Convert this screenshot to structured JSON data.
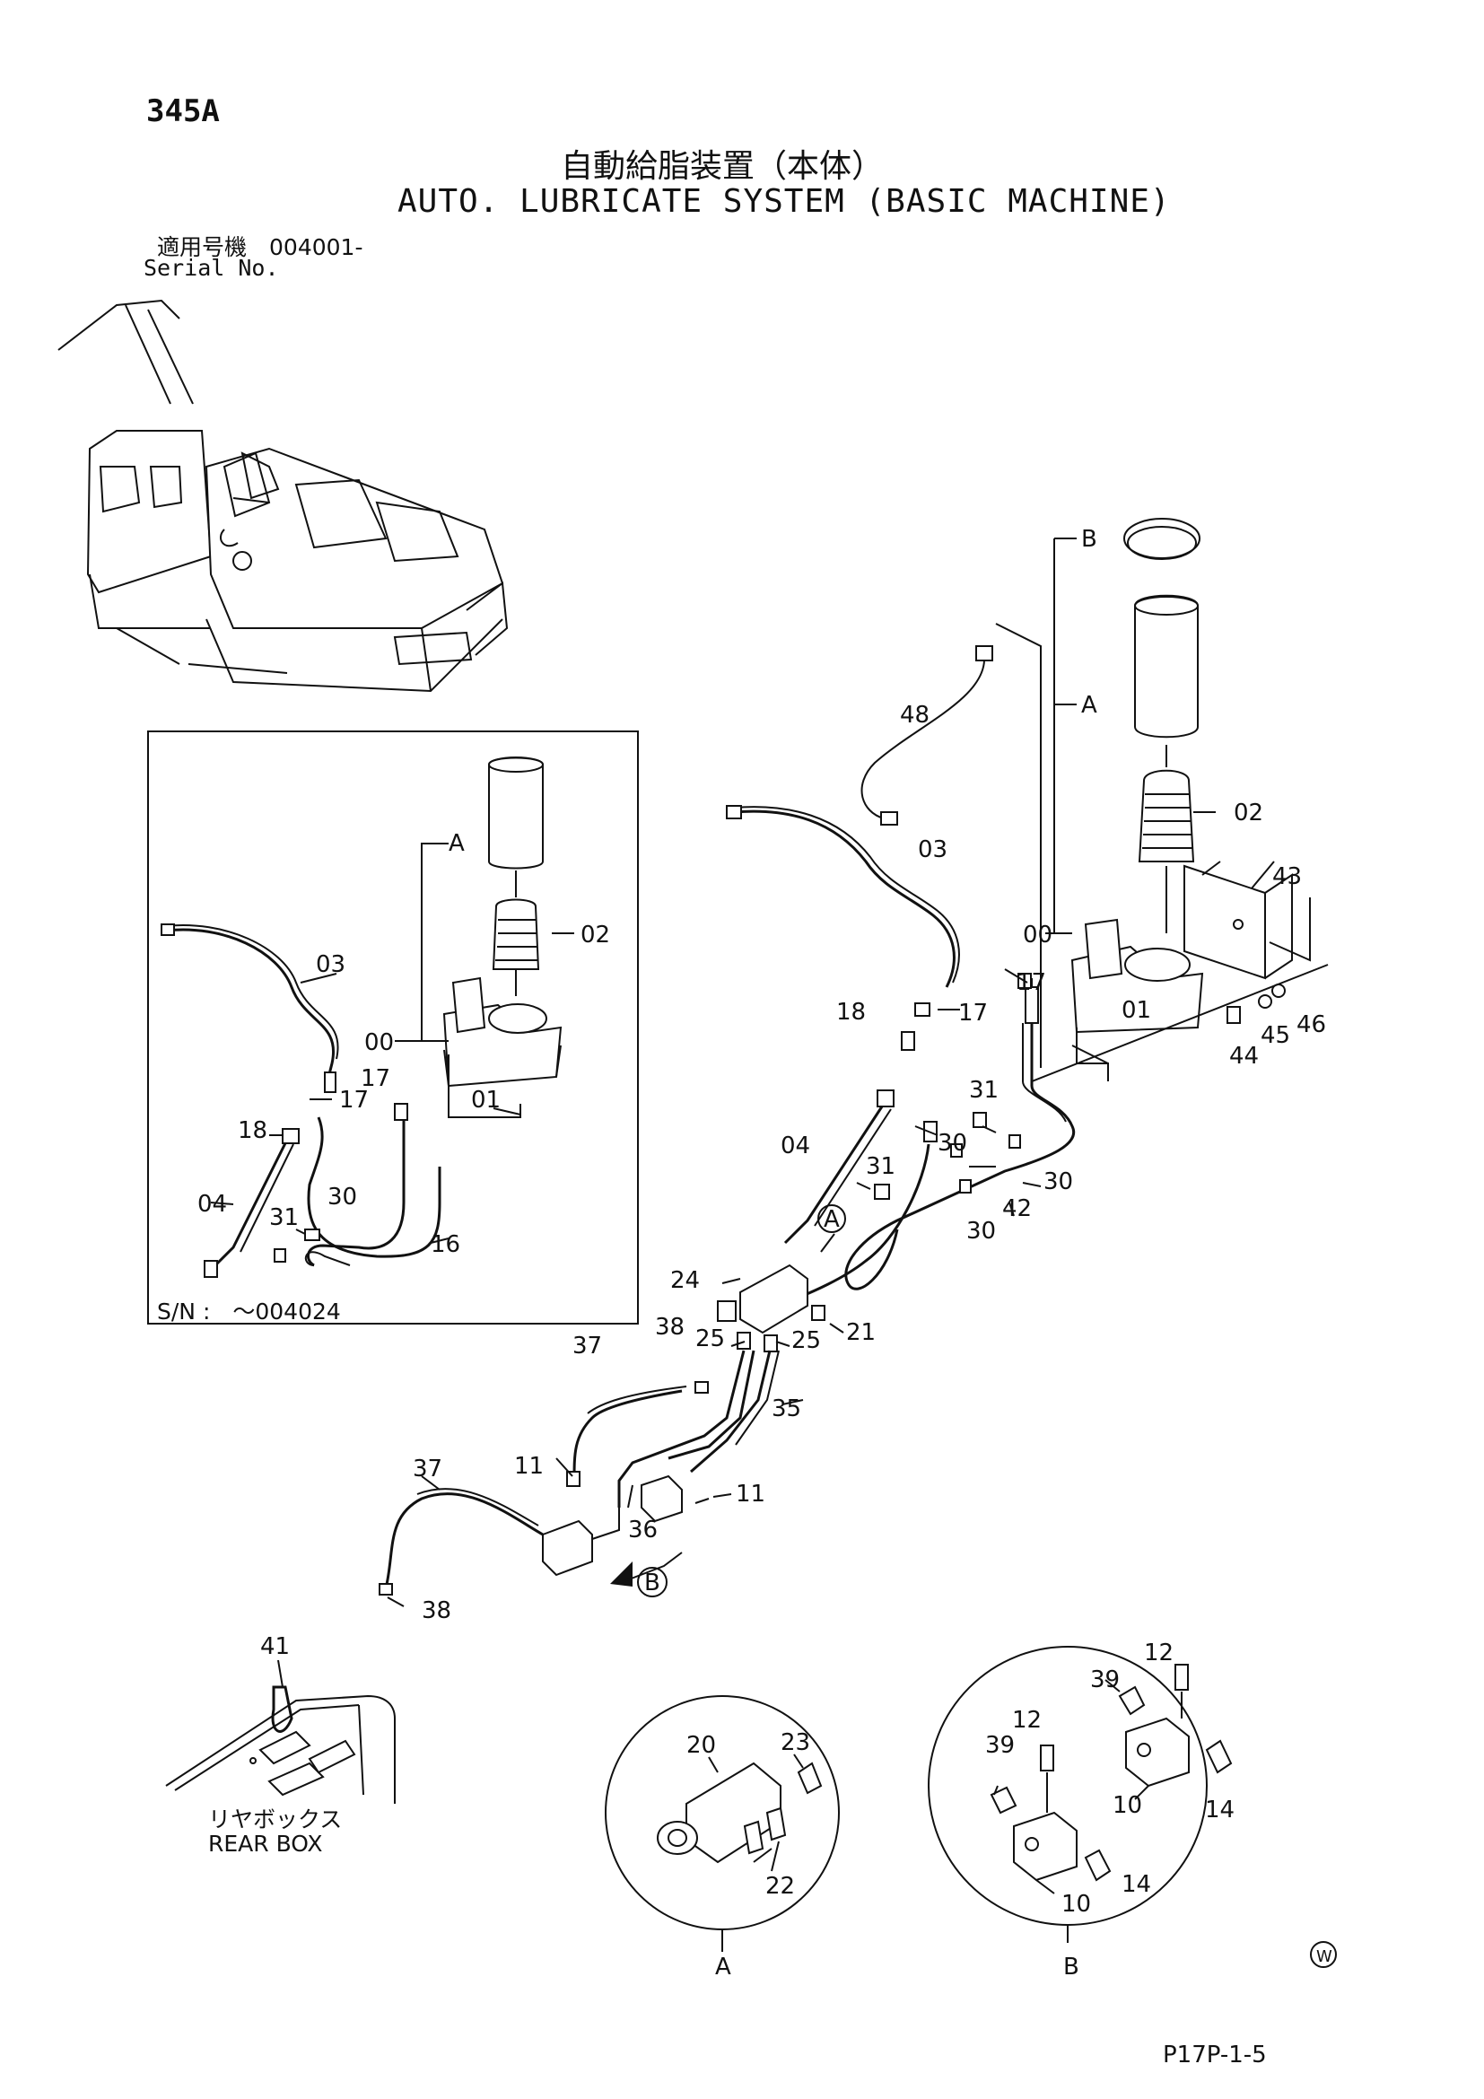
{
  "header": {
    "page_number": "345A",
    "title_ja": "自動給脂装置（本体）",
    "title_en": "AUTO. LUBRICATE SYSTEM (BASIC MACHINE)",
    "serial_label_ja": "適用号機",
    "serial_value": "004001-",
    "serial_label_en": "Serial No."
  },
  "inset": {
    "serial_range": "S/N :　～004024",
    "labels": [
      "03",
      "02",
      "A",
      "00",
      "17",
      "17",
      "01",
      "18",
      "04",
      "31",
      "30",
      "16"
    ]
  },
  "main_labels": [
    "B",
    "A",
    "48",
    "02",
    "43",
    "03",
    "00",
    "17",
    "17",
    "01",
    "46",
    "45",
    "44",
    "18",
    "31",
    "30",
    "04",
    "31",
    "30",
    "42",
    "30",
    "A",
    "24",
    "21",
    "25",
    "25",
    "38",
    "37",
    "35",
    "11",
    "11",
    "37",
    "36",
    "B",
    "38",
    "41"
  ],
  "detail_a": {
    "labels": [
      "23",
      "20",
      "22"
    ],
    "caption": "A"
  },
  "detail_b": {
    "labels": [
      "12",
      "39",
      "12",
      "39",
      "10",
      "14",
      "10",
      "14"
    ],
    "caption": "B"
  },
  "rear_box": {
    "label_ja": "リヤボックス",
    "label_en": "REAR BOX"
  },
  "footer": {
    "mark": "W",
    "figure_code": "P17P-1-5"
  },
  "icons": [
    "excavator-overview-icon",
    "grease-pump-icon",
    "cartridge-icon",
    "bracket-icon",
    "hose-icon",
    "distributor-icon",
    "fitting-icon",
    "rear-box-icon"
  ]
}
